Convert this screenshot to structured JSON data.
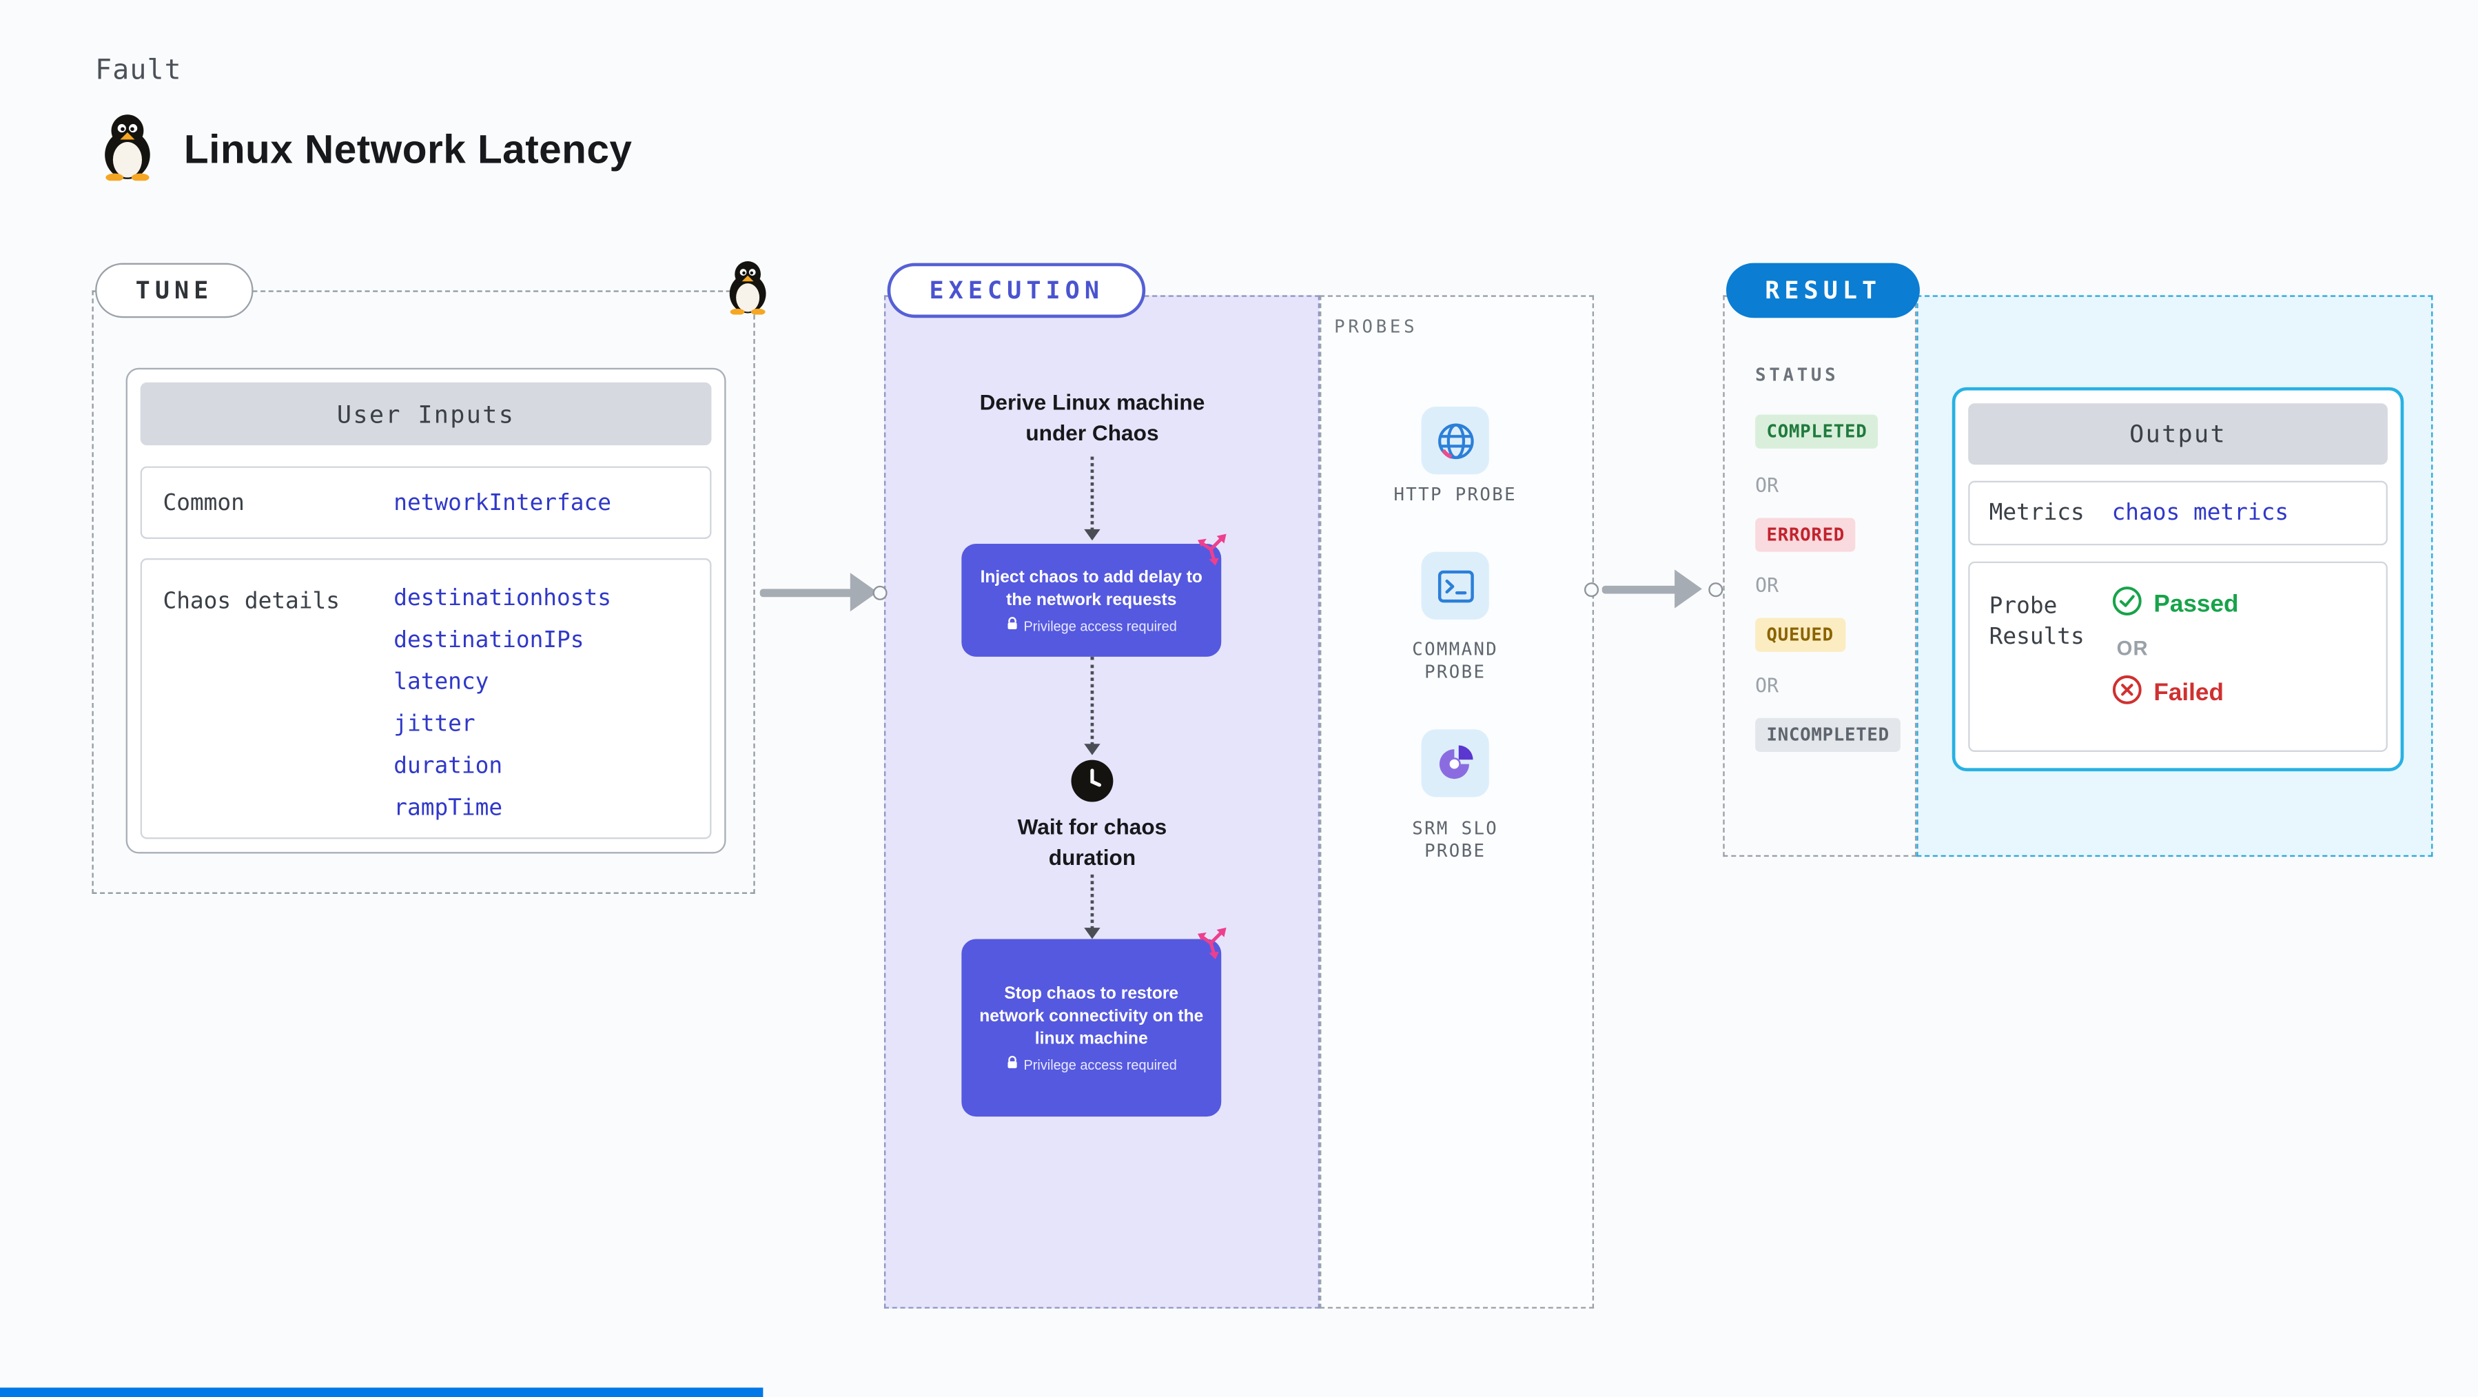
{
  "colors": {
    "value_blue": "#3038c8",
    "accent_indigo": "#5559df",
    "exec_bg": "#e6e4fa",
    "result_blue": "#0b7dd3",
    "resultpane_bg": "#e8f6fd",
    "output_border": "#28b1e3",
    "success_green": "#17a34a",
    "error_red": "#d03030",
    "completed_bg": "#d9efdb",
    "completed_text": "#1f7a3d",
    "errored_bg": "#f9dade",
    "errored_text": "#c2232e",
    "queued_bg": "#fcecc2",
    "queued_text": "#8a6400",
    "incompleted_bg": "#e3e6ea",
    "incompleted_text": "#5d646d",
    "bottom_bar_blue": "#0277e8"
  },
  "header": {
    "kicker": "Fault",
    "title": "Linux Network Latency"
  },
  "tune": {
    "label": "TUNE",
    "card_header": "User Inputs",
    "rows": [
      {
        "label": "Common",
        "values": [
          "networkInterface"
        ]
      },
      {
        "label": "Chaos details",
        "values": [
          "destinationhosts",
          "destinationIPs",
          "latency",
          "jitter",
          "duration",
          "rampTime"
        ]
      }
    ]
  },
  "execution": {
    "label": "EXECUTION",
    "derive_step": "Derive Linux machine under Chaos",
    "inject_step": "Inject chaos to add delay to the network requests",
    "wait_step": "Wait for chaos duration",
    "stop_step": "Stop chaos to restore network connectivity on the linux machine",
    "privilege_note": "Privilege access required"
  },
  "probes": {
    "label": "PROBES",
    "items": [
      {
        "name": "HTTP PROBE",
        "icon": "globe-icon"
      },
      {
        "name": "COMMAND PROBE",
        "icon": "terminal-icon"
      },
      {
        "name": "SRM SLO PROBE",
        "icon": "pie-chart-icon"
      }
    ]
  },
  "result": {
    "label": "RESULT",
    "status_header": "STATUS",
    "or_label": "OR",
    "badges": [
      {
        "label": "COMPLETED"
      },
      {
        "label": "ERRORED"
      },
      {
        "label": "QUEUED"
      },
      {
        "label": "INCOMPLETED"
      }
    ],
    "output": {
      "header": "Output",
      "metrics_label": "Metrics",
      "metrics_value": "chaos metrics",
      "probe_results_label": "Probe Results",
      "passed_label": "Passed",
      "or_label": "OR",
      "failed_label": "Failed"
    }
  }
}
